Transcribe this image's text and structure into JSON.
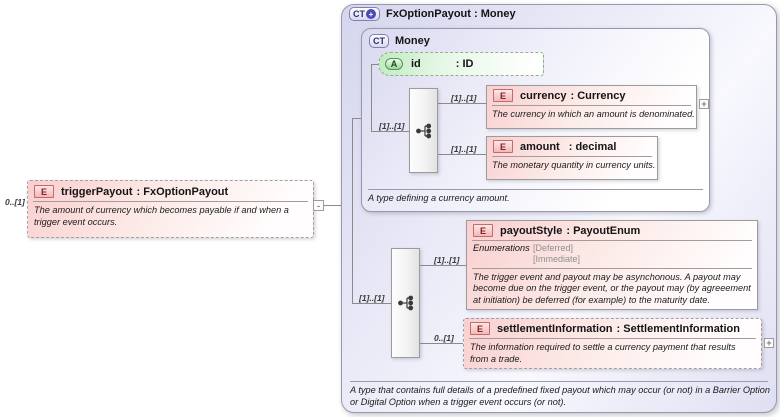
{
  "palette": {
    "element_fill": "#f9cfcf",
    "element_badge_border": "#c46a6a",
    "element_badge_text": "#8b2020",
    "attribute_fill": "#c2eac2",
    "complex_type_fill": "#dcdcf2",
    "connector": "#8a8a8a",
    "cardinality_text": "#3d3d3d"
  },
  "icons": {
    "expand": "+",
    "collapse": "-"
  },
  "trigger": {
    "cardinality": "0..[1]",
    "badge": "E",
    "name": "triggerPayout",
    "type": ": FxOptionPayout",
    "description": "The amount of currency which becomes payable if and when a trigger event occurs."
  },
  "root": {
    "badge": "CT",
    "badge_plus": "+",
    "title": "FxOptionPayout : Money",
    "description": "A type that contains full details of a predefined fixed payout which may occur (or not) in a Barrier Option or Digital Option when a trigger event occurs (or not)."
  },
  "money": {
    "badge": "CT",
    "title": "Money",
    "description": "A type defining a currency amount.",
    "attribute": {
      "badge": "A",
      "name": "id",
      "type": ": ID"
    },
    "sequence_cardinality": "[1]..[1]",
    "currency": {
      "badge": "E",
      "cardinality": "[1]..[1]",
      "name": "currency",
      "type": ": Currency",
      "description": "The currency in which an amount is denominated."
    },
    "amount": {
      "badge": "E",
      "cardinality": "[1]..[1]",
      "name": "amount",
      "type": ": decimal",
      "description": "The monetary quantity in currency units."
    }
  },
  "extension": {
    "sequence_cardinality": "[1]..[1]",
    "payout_style": {
      "badge": "E",
      "cardinality": "[1]..[1]",
      "name": "payoutStyle",
      "type": ": PayoutEnum",
      "facet_label": "Enumerations",
      "enumerations": [
        "[Deferred]",
        "[Immediate]"
      ],
      "description": "The trigger event and payout may be asynchonous. A payout may become due on the trigger event, or the payout may (by agreeement at initiation) be deferred (for example) to the maturity date."
    },
    "settlement": {
      "badge": "E",
      "cardinality": "0..[1]",
      "name": "settlementInformation",
      "type": ": SettlementInformation",
      "description": "The information required to settle a currency payment that results from a trade."
    }
  }
}
